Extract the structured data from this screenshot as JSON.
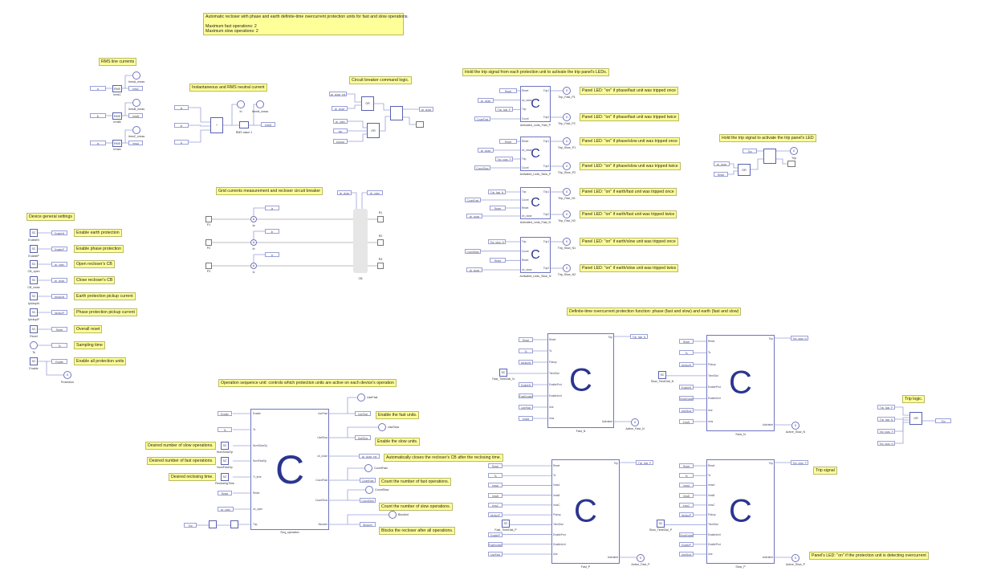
{
  "notes": {
    "title": "Automatic recloser with phase and earth definite-time overcurrent protection units for fast and slow operations.\n\nMaximum fast operations: 2\nMaximum slow operations: 2",
    "rms_line": "RMS line currents",
    "inst_rms": "Instantaneous and RMS neutral current",
    "cb_logic": "Circuit breaker command logic.",
    "hold_trip": "Hold the trip signal from each protection unit to activate the trip panel's LEDs.",
    "hold_trip_led": "Hold the trip signal to activate the trip panel's LED",
    "grid": "Grid currents measurement and recloser circuit breaker",
    "device_settings": "Device general settings",
    "definite_time": "Definite-time overcurrent protection function: phase (fast and slow) and earth (fast and slow)",
    "trip_logic": "Trip logic.",
    "trip_signal": "Trip signal",
    "panel_led_overcurrent": "Panel's LED: \"on\" if the protection unit is detecting overcurrent",
    "op_seq": "Operation sequence unit: controls which protection units are active on each device's operation"
  },
  "settings": [
    {
      "note": "Enable earth protection",
      "block": "SC",
      "label": "EnableN",
      "tag": "EnableN"
    },
    {
      "note": "Enable phase protection",
      "block": "SC",
      "label": "EnableP",
      "tag": "EnableP"
    },
    {
      "note": "Open recloser's CB",
      "block": "SC",
      "label": "CB_open",
      "tag": "cb_open"
    },
    {
      "note": "Close recloser's CB",
      "block": "SC",
      "label": "CB_close",
      "tag": "cb_close"
    },
    {
      "note": "Earth protection pickup current",
      "block": "SC",
      "label": "IpickupN",
      "tag": "IpickupN"
    },
    {
      "note": "Phase protection pickup current",
      "block": "SC",
      "label": "IpickupP",
      "tag": "IpickupP"
    },
    {
      "note": "Overall reset",
      "block": "SC",
      "label": "Reset",
      "tag": "Reset"
    },
    {
      "note": "Sampling time",
      "block": "clock",
      "label": "Ts",
      "tag": "Ts"
    },
    {
      "note": "Enable all protection units",
      "block": "SC",
      "label": "Enable",
      "tag": "Enable"
    }
  ],
  "protection_led_label": "Protection",
  "rms": {
    "rows": [
      {
        "in": "Ic",
        "block": "RMS",
        "label": "IrmsC",
        "out": "IrmsC",
        "meas": "IrmsA_meas"
      },
      {
        "in": "Ib",
        "block": "RMS",
        "label": "IrmsB",
        "out": "IrmsB",
        "meas": "IrmsB_meas"
      },
      {
        "in": "Ia",
        "block": "RMS",
        "label": "IrmsA",
        "out": "IrmsA",
        "meas": "IrmsC_meas"
      }
    ],
    "neutral_inputs": [
      "Ia",
      "Ib",
      "Ic"
    ],
    "neutral_out_label": "In",
    "neutral_rms_label": "RMS value 1",
    "neutral_meas": "IrmsN_meas",
    "neutral_out_tag": "IrmsN",
    "sum_block": "+"
  },
  "cb_logic": {
    "tags": [
      "cb_close_ext",
      "cb_close",
      "cb_open",
      "trip",
      "lockout"
    ],
    "or_label": "OR",
    "out_tag": "cb_close"
  },
  "grid": {
    "in_ports": [
      "P1",
      "P2",
      "P3"
    ],
    "out_ports": [
      "R1",
      "R2",
      "R3"
    ],
    "ammeters": [
      "Ia",
      "Ib",
      "Ic"
    ],
    "ammeter_glyph": "A",
    "meas_tags": [
      "Ia",
      "Ib",
      "Ic"
    ],
    "cb_tags": [
      "cb_close",
      "cb_open"
    ],
    "cb_label": "CB"
  },
  "leds": {
    "groups": [
      {
        "block": "Activated_Leds_Fast_P",
        "inputs": [
          "Reset",
          "cb_close",
          "Trip_fast_P",
          "CountFast"
        ],
        "in_ports": [
          "Reset",
          "cb_close",
          "Trip",
          "Count"
        ],
        "out_ports": [
          "Trip1",
          "Trip2"
        ],
        "leds": [
          "Trip_Fast_P1",
          "Trip_Fast_P2"
        ],
        "notes": [
          "Panel LED: \"on\" if phase/fast unit was tripped once",
          "Panel LED: \"on\" if phase/fast unit was tripped twice"
        ]
      },
      {
        "block": "Activated_Leds_Slow_P",
        "inputs": [
          "Reset",
          "cb_close",
          "Trip_slow_P",
          "CountSlow"
        ],
        "in_ports": [
          "Reset",
          "cb_close",
          "Trip",
          "Count"
        ],
        "out_ports": [
          "Trip1",
          "Trip2"
        ],
        "leds": [
          "Trip_Slow_P1",
          "Trip_Slow_P2"
        ],
        "notes": [
          "Panel LED: \"on\" if phase/slow unit was tripped once",
          "Panel LED: \"on\" if phase/slow unit was tripped twice"
        ]
      },
      {
        "block": "Activated_Leds_Fast_N",
        "inputs": [
          "Trip_fast_N",
          "CountFast",
          "Reset",
          "cb_close"
        ],
        "in_ports": [
          "Trip",
          "Count",
          "Reset",
          "cb_close"
        ],
        "out_ports": [
          "Trip1",
          "Trip2"
        ],
        "leds": [
          "Trip_Fast_N1",
          "Trip_Fast_N2"
        ],
        "notes": [
          "Panel LED: \"on\" if earth/fast unit was tripped once",
          "Panel LED: \"on\" if earth/fast unit was tripped twice"
        ]
      },
      {
        "block": "Activated_Leds_Slow_N",
        "inputs": [
          "Trip_slow_N",
          "CountSlow",
          "Reset",
          "cb_close"
        ],
        "in_ports": [
          "Trip",
          "Count",
          "Reset",
          "cb_close"
        ],
        "out_ports": [
          "Trip1",
          "Trip2"
        ],
        "leds": [
          "Trip_Slow_N1",
          "Trip_Slow_N2"
        ],
        "notes": [
          "Panel LED: \"on\" if earth/slow unit was tripped once",
          "Panel LED: \"on\" if earth/slow unit was tripped twice"
        ]
      }
    ],
    "c_glyph": "C",
    "led_glyph": "0"
  },
  "hold_trip": {
    "tags": [
      "Trip",
      "cb_close",
      "Reset"
    ],
    "or_label": "OR",
    "led": "Trip"
  },
  "units": {
    "c_glyph": "C",
    "blocks": [
      {
        "name": "Fast_N",
        "sc_label": "Fast_TimeDial_N",
        "inputs": [
          "Reset",
          "Ts",
          "IpickupN",
          "",
          "EnableN",
          "FastEnable",
          "UseFast",
          "IrmsN"
        ],
        "ports": [
          "Reset",
          "Ts",
          "Pickup",
          "TimeDial",
          "EnableProt",
          "EnableUnit",
          "Use",
          "Irms"
        ],
        "out_tag": "Trip_fast_N",
        "active_led": "Active_Fast_N"
      },
      {
        "name": "Slow_N",
        "sc_label": "Slow_TimeDial_N",
        "inputs": [
          "Reset",
          "Ts",
          "IpickupN",
          "",
          "EnableN",
          "SlowEnable",
          "UseSlow",
          "IrmsN"
        ],
        "ports": [
          "Reset",
          "Ts",
          "Pickup",
          "TimeDial",
          "EnableProt",
          "EnableUnit",
          "Use",
          "Irms"
        ],
        "out_tag": "Trip_slow_N",
        "active_led": "Active_Slow_N"
      },
      {
        "name": "Fast_P",
        "sc_label": "Fast_TimeDial_P",
        "inputs": [
          "Reset",
          "Ts",
          "IrmsA",
          "IrmsB",
          "IrmsC",
          "IpickupP",
          "",
          "EnableP",
          "FastEnable",
          "UseFast"
        ],
        "ports": [
          "Reset",
          "Ts",
          "IrmsA",
          "IrmsB",
          "IrmsC",
          "Pickup",
          "TimeDial",
          "EnableProt",
          "EnableUnit",
          "Use"
        ],
        "out_tag": "Trip_fast_P",
        "active_led": "Active_Fast_P"
      },
      {
        "name": "Slow_P",
        "sc_label": "Slow_TimeDial_P",
        "inputs": [
          "Reset",
          "Ts",
          "IrmsA",
          "IrmsB",
          "IrmsC",
          "IpickupP",
          "",
          "SlowEnable",
          "EnableP",
          "UseSlow"
        ],
        "ports": [
          "Reset",
          "Ts",
          "IrmsA",
          "IrmsB",
          "IrmsC",
          "Pickup",
          "TimeDial",
          "EnableUnit",
          "EnableProt",
          "Use"
        ],
        "out_tag": "Trip_slow_P",
        "active_led": "Active_Slow_P"
      }
    ],
    "trip_port": "Trip",
    "active_port": "Activated"
  },
  "trip_logic": {
    "tags": [
      "Trip_fast_P",
      "Trip_fast_N",
      "Trip_slow_P",
      "Trip_slow_N"
    ],
    "or_label": "OR",
    "out_tag": "Trip"
  },
  "seq": {
    "name": "Seq_operation",
    "c_glyph": "C",
    "inputs": [
      "Enable",
      "Ts",
      "",
      "",
      "",
      "Reset",
      "cb_open",
      ""
    ],
    "in_ports": [
      "Enable",
      "Ts",
      "NumSlowOp",
      "NumFastOp",
      "Tr_time",
      "Reset",
      "cb_open",
      "Trip"
    ],
    "sc_blocks": [
      {
        "label": "NumSlowOp",
        "note": "Desired number of slow operations.",
        "glyph": "SC"
      },
      {
        "label": "NumFastOp",
        "note": "Desired number of fast operations.",
        "glyph": "SC"
      },
      {
        "label": "ReclosingTime",
        "note": "Desired reclosing time.",
        "glyph": "SC"
      }
    ],
    "trip_tag": "Trip",
    "out_ports": [
      "UseFast",
      "UseSlow",
      "cb_close",
      "CountFast",
      "CountSlow",
      "Blocked"
    ],
    "out_tags": [
      "UseFast",
      "UseSlow",
      "cb_close_ext",
      "CountFast",
      "CountSlow",
      "Blocked"
    ],
    "out_leds": [
      "UseFast",
      "UseSlow",
      "",
      "CountFast",
      "CountSlow",
      "Blocked"
    ],
    "out_notes": [
      "Enable the fast units.",
      "Enable the slow units.",
      "Automatically closes the recloser's CB after the reclosing time.",
      "Count the number of fast operations.",
      "Count the number of slow operations.",
      "Blocks the recloser after all operations."
    ]
  },
  "colors": {
    "note_bg": "#ffff99",
    "block_border": "#5a61b0",
    "c_glyph": "#2b3590",
    "wire": "#9aa0d8"
  }
}
